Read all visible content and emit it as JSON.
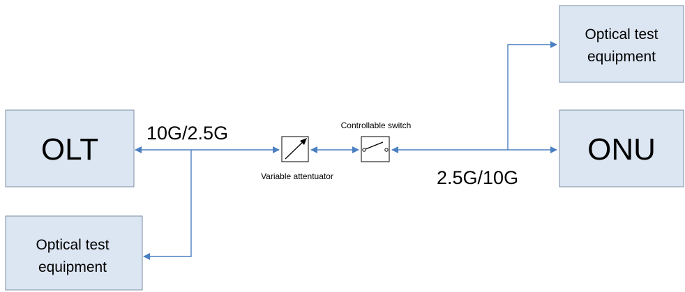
{
  "nodes": {
    "olt": "OLT",
    "onu": "ONU",
    "test_equipment_top": [
      "Optical test",
      "equipment"
    ],
    "test_equipment_bottom": [
      "Optical test",
      "equipment"
    ]
  },
  "components": {
    "attenuator": "Variable attentuator",
    "switch": "Controllable switch"
  },
  "rates": {
    "olt_side": "10G/2.5G",
    "onu_side": "2.5G/10G"
  },
  "colors": {
    "box_fill": "#dce6f2",
    "box_stroke": "#7a8da3",
    "link": "#4a7fc1"
  }
}
